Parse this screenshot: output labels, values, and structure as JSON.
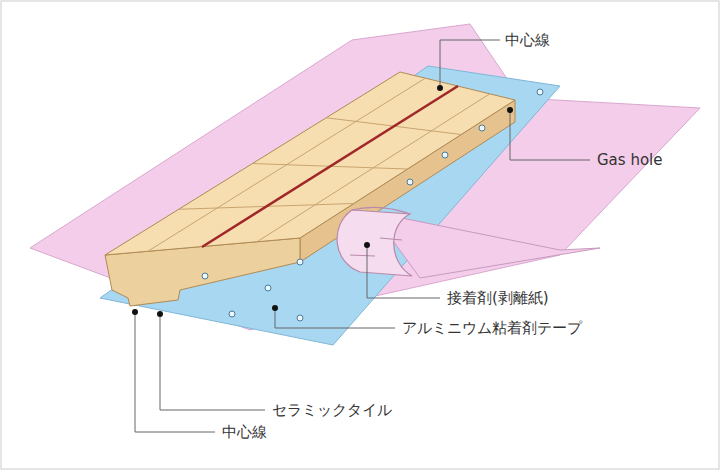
{
  "diagram": {
    "labels": [
      "中心線",
      "Gas hole",
      "接着剤(剥離紙)",
      "アルミニウム粘着剤テープ",
      "セラミックタイル",
      "中心線"
    ]
  }
}
